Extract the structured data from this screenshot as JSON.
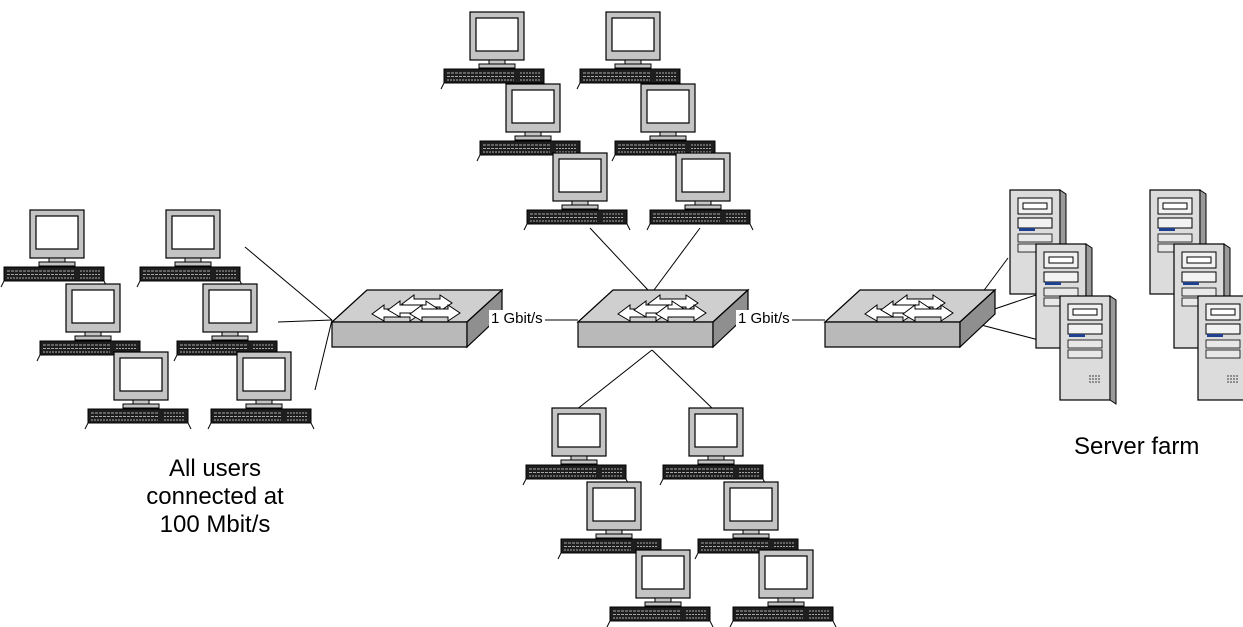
{
  "diagram": {
    "users_label": [
      "All users",
      "connected at",
      "100 Mbit/s"
    ],
    "server_label": "Server farm",
    "link_left": "1 Gbit/s",
    "link_right": "1 Gbit/s"
  },
  "colors": {
    "switch_top": "#cfcfcf",
    "switch_front": "#b9b9b9",
    "switch_side": "#8f8f8f",
    "monitor_body": "#c4c4c4",
    "keyboard": "#1e1e1e",
    "server_body": "#dcdcdc",
    "line": "#000000"
  },
  "icons": {
    "switch": "network-switch-icon",
    "workstation": "desktop-computer-icon",
    "server": "server-tower-icon"
  }
}
